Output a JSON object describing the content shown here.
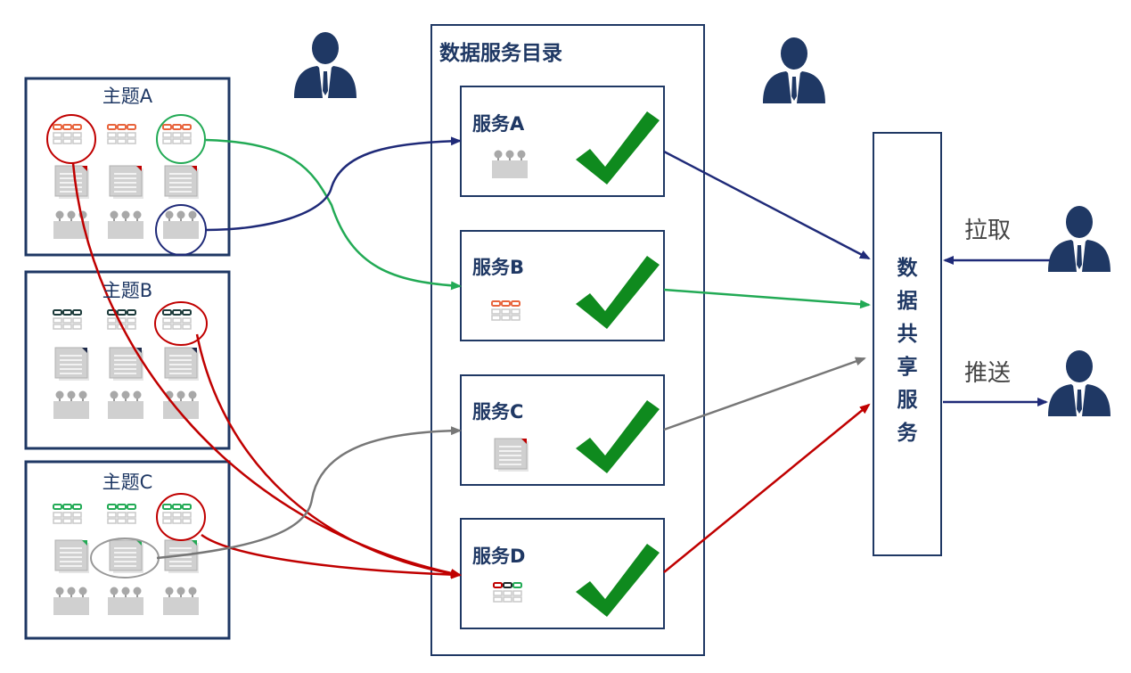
{
  "colors": {
    "frame": "#1f3864",
    "orange": "#e8643c",
    "dark_teal": "#1e3c3c",
    "green": "#22aa55",
    "red": "#c00000",
    "navy": "#1f2a78",
    "gray_line": "#777777",
    "check": "#0f8a1e",
    "icon_gray": "#c8c8c8"
  },
  "topics": [
    {
      "title": "主题A"
    },
    {
      "title": "主题B"
    },
    {
      "title": "主题C"
    }
  ],
  "catalog": {
    "title": "数据服务目录",
    "services": [
      {
        "label": "服务A",
        "icon": "api-icon"
      },
      {
        "label": "服务B",
        "icon": "table-icon"
      },
      {
        "label": "服务C",
        "icon": "document-icon"
      },
      {
        "label": "服务D",
        "icon": "table-icon"
      }
    ]
  },
  "hub": {
    "label_chars": [
      "数",
      "据",
      "共",
      "享",
      "服",
      "务"
    ]
  },
  "actions": {
    "pull": "拉取",
    "push": "推送"
  },
  "icons": {
    "person": "businessman-icon",
    "check": "checkmark-icon"
  }
}
